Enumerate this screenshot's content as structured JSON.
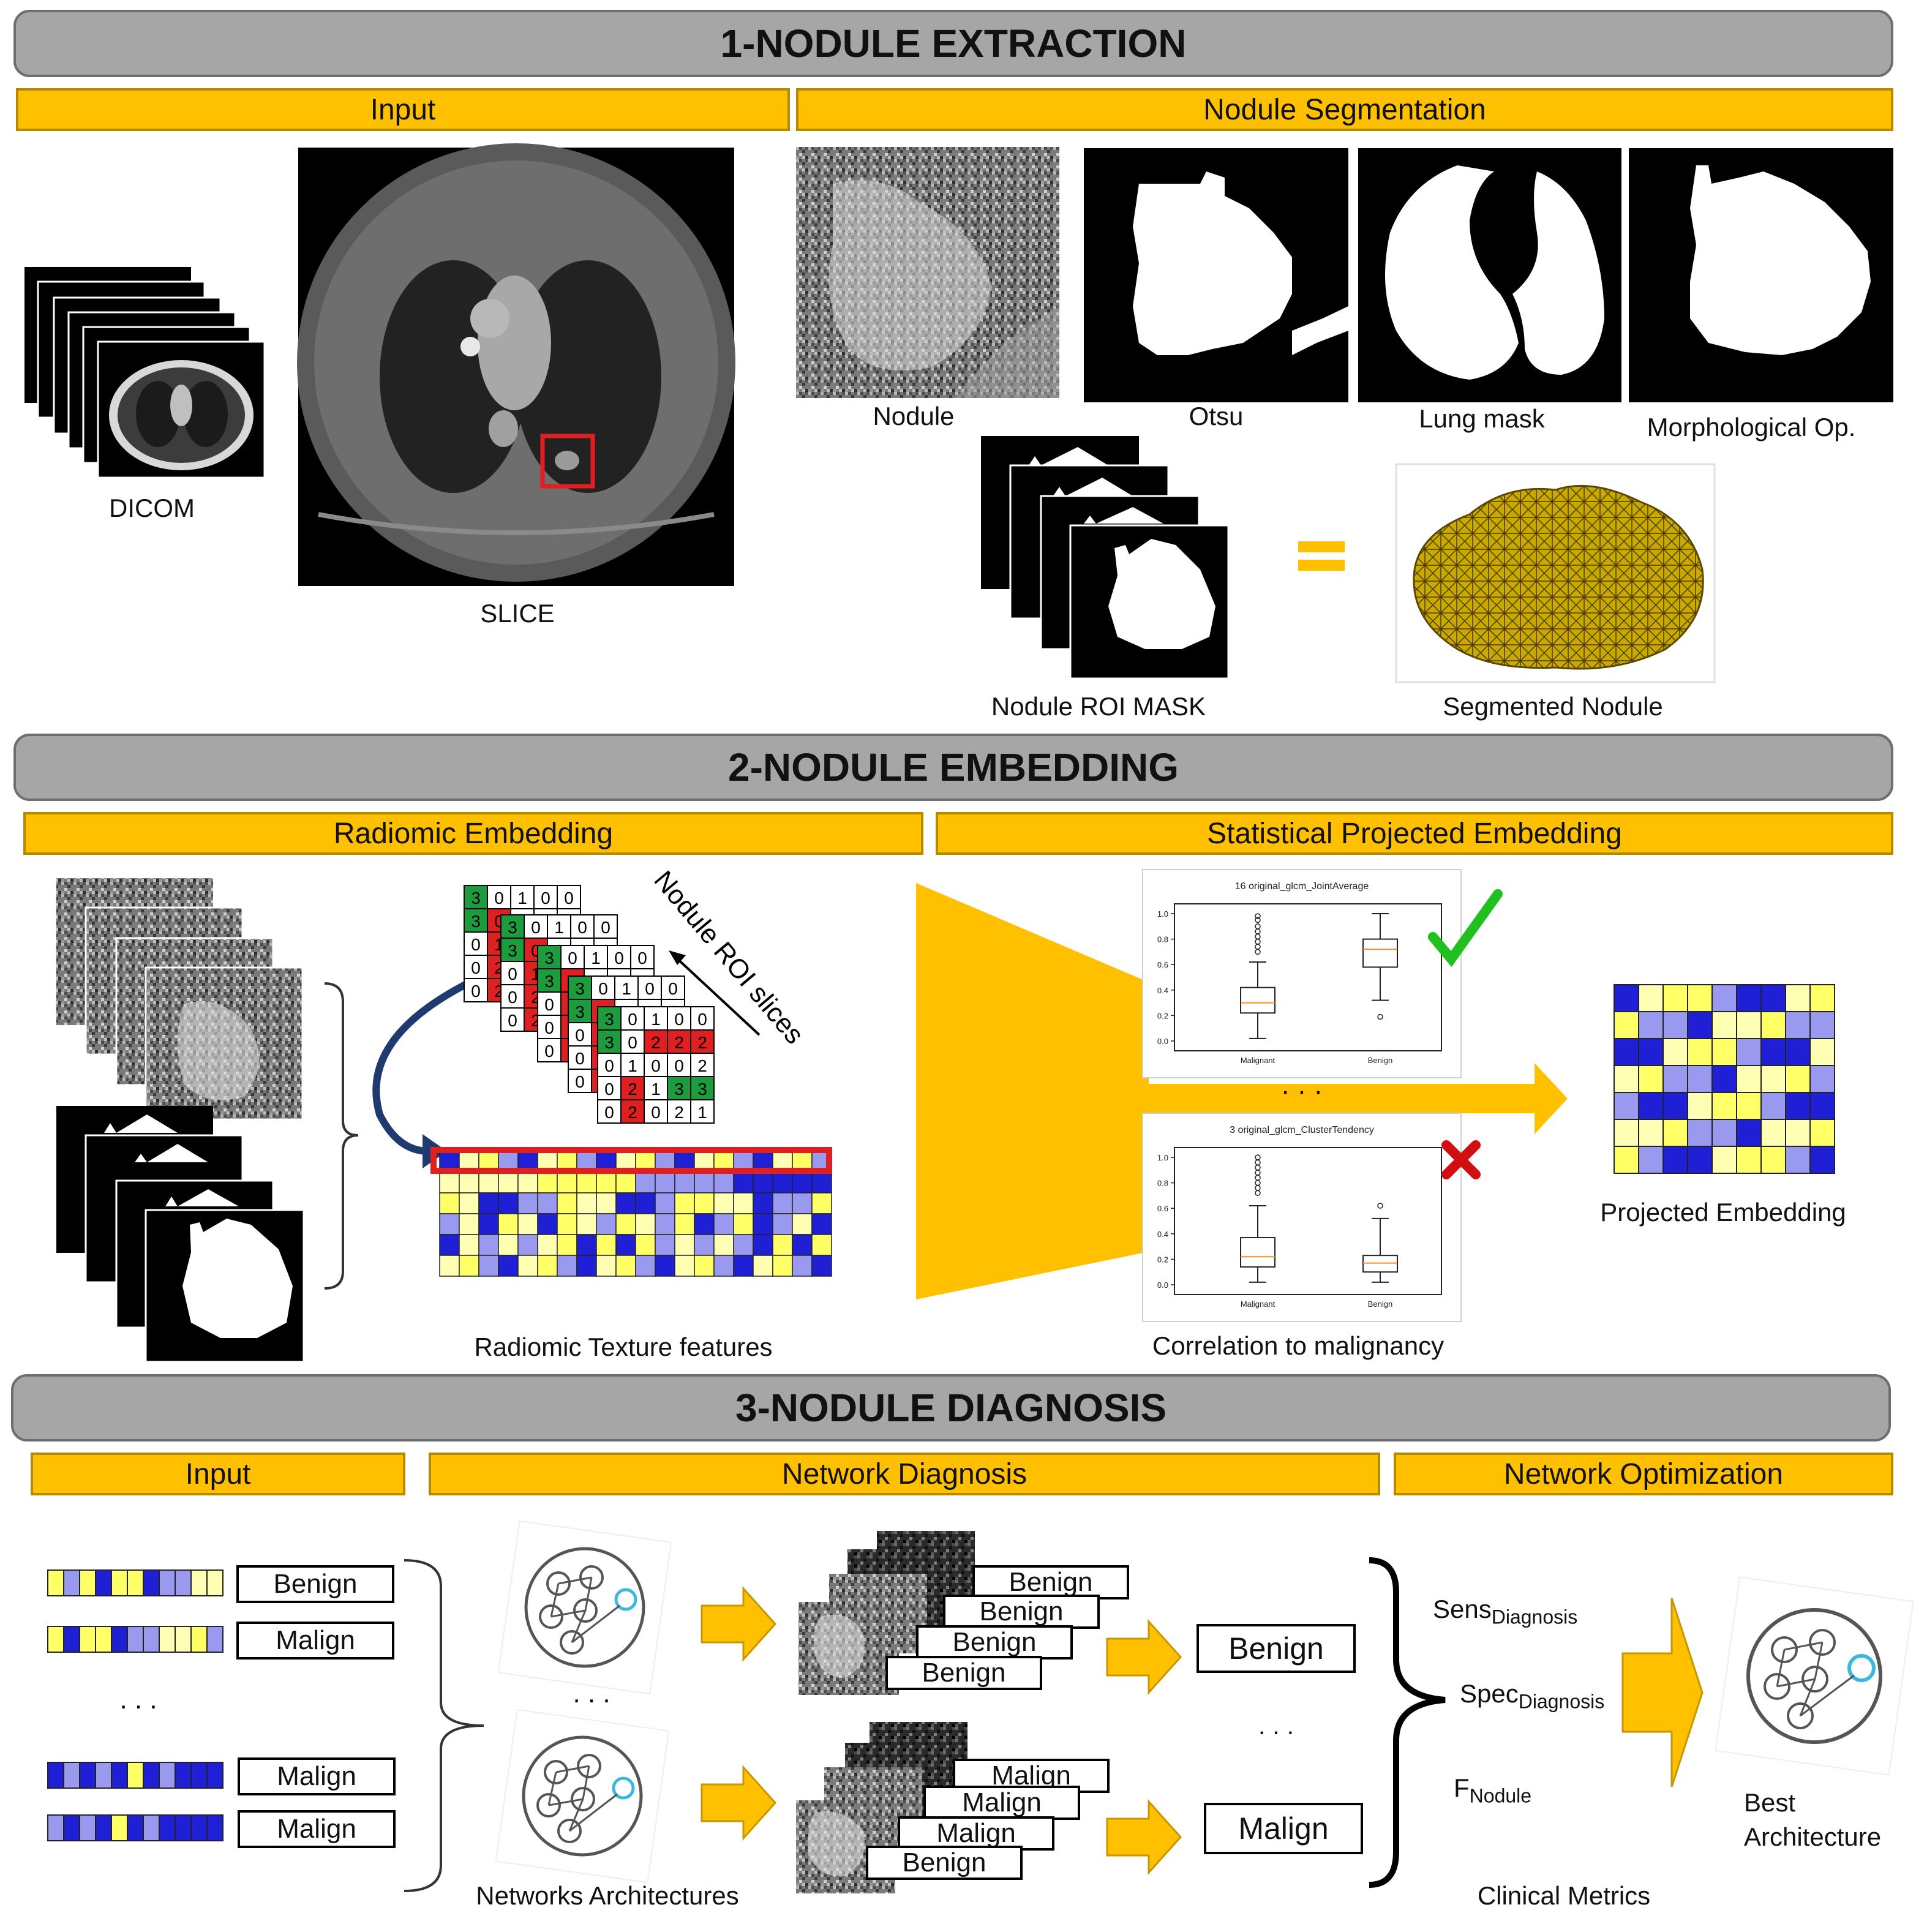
{
  "colors": {
    "banner": "#a6a6a6",
    "subheader": "#ffc000",
    "arrow": "#ffc000",
    "grid_blue": "#1f1fd6",
    "grid_light": "#9999f0",
    "grid_yellow": "#ffff66",
    "grid_pale": "#ffffb3",
    "red": "#e02020",
    "green": "#1c9c3c"
  },
  "sections": [
    {
      "title": "1-NODULE EXTRACTION",
      "subheaders": [
        "Input",
        "Nodule Segmentation"
      ]
    },
    {
      "title": "2-NODULE EMBEDDING",
      "subheaders": [
        "Radiomic Embedding",
        "Statistical Projected Embedding"
      ]
    },
    {
      "title": "3-NODULE DIAGNOSIS",
      "subheaders": [
        "Input",
        "Network Diagnosis",
        "Network Optimization"
      ]
    }
  ],
  "extraction": {
    "captions": [
      "DICOM",
      "SLICE",
      "Nodule",
      "Otsu",
      "Lung mask",
      "Morphological Op.",
      "Nodule ROI MASK",
      "Segmented Nodule"
    ]
  },
  "embedding": {
    "roi_label": "Nodule ROI slices",
    "matrix_rows": [
      [
        "3",
        "0",
        "1",
        "0",
        "0"
      ],
      [
        "3",
        "0",
        "2",
        "2",
        "2"
      ],
      [
        "0",
        "1",
        "0",
        "0",
        "2"
      ],
      [
        "0",
        "2",
        "1",
        "3",
        "3"
      ],
      [
        "0",
        "2",
        "0",
        "2",
        "1"
      ]
    ],
    "captions": [
      "Radiomic Texture features",
      "Correlation to malignancy",
      "Projected Embedding"
    ],
    "ellipsis": "· · ·",
    "boxplots": [
      {
        "title": "16 original_glcm_JointAverage",
        "xticks": [
          "Malignant",
          "Benign"
        ],
        "yticks": [
          "0.0",
          "0.2",
          "0.4",
          "0.6",
          "0.8",
          "1.0"
        ]
      },
      {
        "title": "3 original_glcm_ClusterTendency",
        "xticks": [
          "Malignant",
          "Benign"
        ],
        "yticks": [
          "0.0",
          "0.2",
          "0.4",
          "0.6",
          "0.8",
          "1.0"
        ]
      }
    ]
  },
  "diagnosis": {
    "input_labels": [
      "Benign",
      "Malign",
      "Malign",
      "Malign"
    ],
    "ellipsis": ". . .",
    "stack_top": [
      "Benign",
      "Benign",
      "Benign",
      "Benign"
    ],
    "stack_bottom": [
      "Malign",
      "Malign",
      "Malign",
      "Benign"
    ],
    "outputs": [
      "Benign",
      "Malign"
    ],
    "metrics": [
      {
        "main": "Sens",
        "sub": "Diagnosis"
      },
      {
        "main": "Spec",
        "sub": "Diagnosis"
      },
      {
        "main": "F",
        "sub": "Nodule"
      }
    ],
    "captions": {
      "networks": "Networks Architectures",
      "metrics": "Clinical Metrics",
      "best_line1": "Best",
      "best_line2": "Architecture"
    }
  }
}
